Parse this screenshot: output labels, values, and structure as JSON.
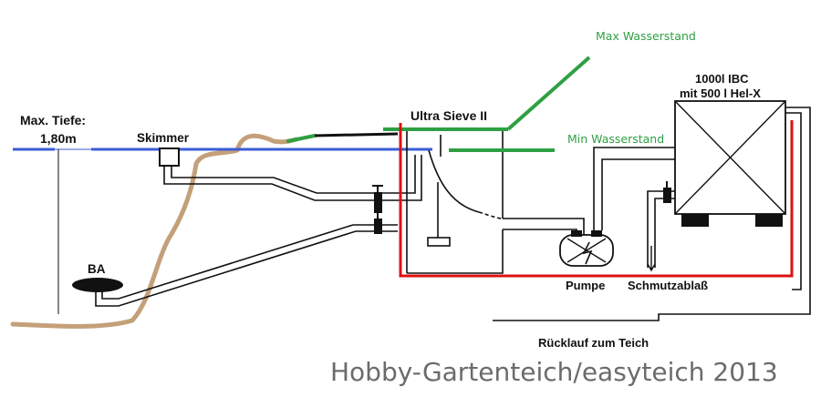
{
  "labels": {
    "max_depth_line1": "Max. Tiefe:",
    "max_depth_line2": "1,80m",
    "skimmer": "Skimmer",
    "bottom_drain": "BA",
    "ultra_sieve": "Ultra Sieve II",
    "max_water_level": "Max Wasserstand",
    "min_water_level": "Min Wasserstand",
    "ibc_line1": "1000l IBC",
    "ibc_line2": "mit 500 l Hel-X",
    "pump": "Pumpe",
    "drain_valve": "Schmutzablaß",
    "return_to_pond": "Rücklauf zum Teich"
  },
  "watermark": "Hobby-Gartenteich/easyteich 2013",
  "colors": {
    "water_line": "#3b5bd6",
    "return_line": "#dd1111",
    "level_marker": "#2ea043",
    "pond_bank": "#c4a07a",
    "pipe": "#111111"
  }
}
